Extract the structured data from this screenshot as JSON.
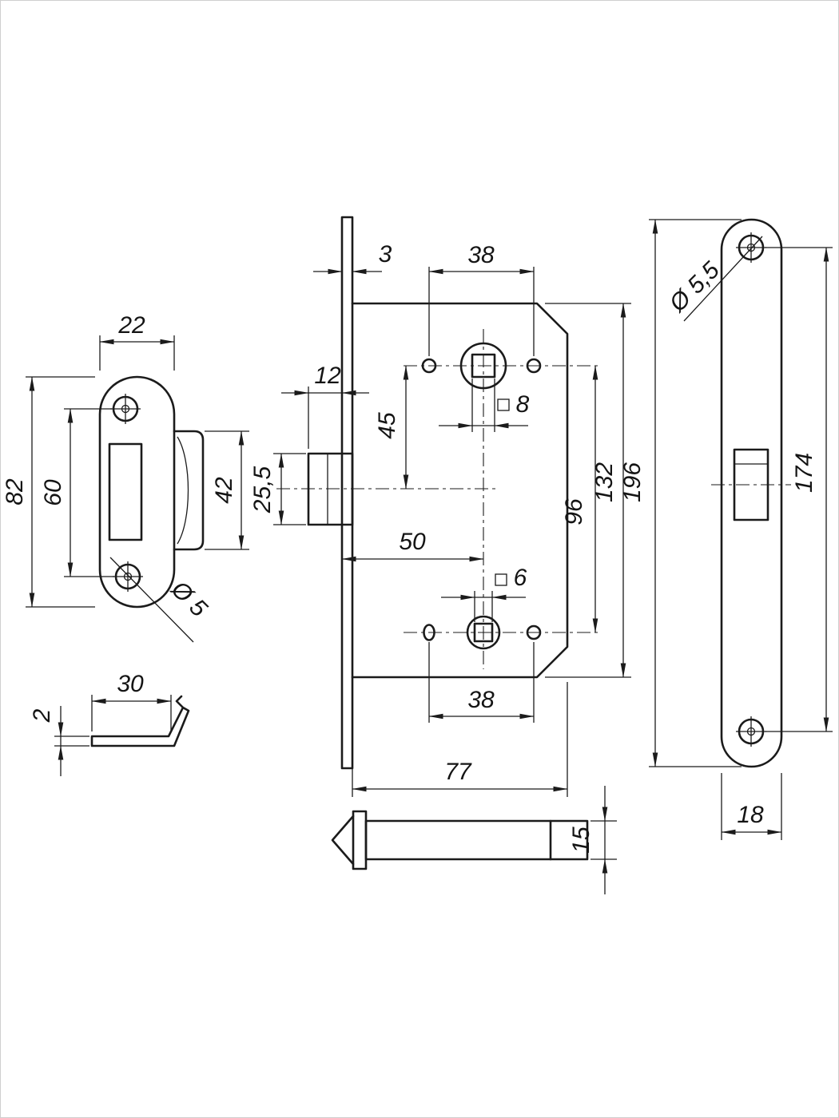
{
  "strike_plate": {
    "width": "22",
    "height": "82",
    "screw_centers": "60",
    "tab_height": "42",
    "screw_dia": "Ø 5"
  },
  "dust_bracket": {
    "width": "30",
    "thickness": "2"
  },
  "lock_body": {
    "faceplate_thickness": "3",
    "screw_spacing_top": "38",
    "latch_protrusion": "12",
    "spindle_to_latch": "45",
    "spindle_square_top": "8",
    "latch_height": "25,5",
    "backset": "50",
    "spindle_square_bottom": "6",
    "spindle_centers": "96",
    "case_height": "132",
    "screw_spacing_bottom": "38",
    "case_depth": "77",
    "latch_thickness": "15"
  },
  "faceplate": {
    "screw_dia": "Ø 5,5",
    "length": "196",
    "screw_centers": "174",
    "width": "18"
  }
}
